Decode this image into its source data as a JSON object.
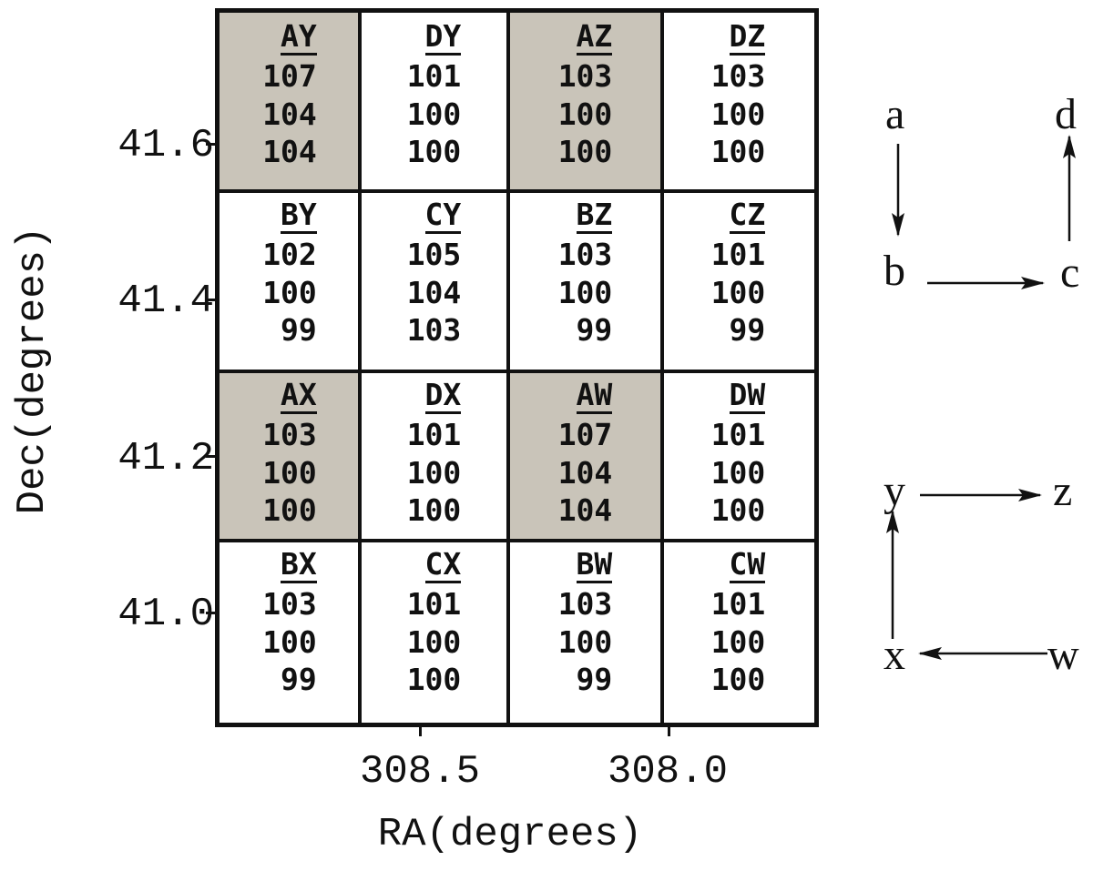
{
  "axes": {
    "y_label": "Dec(degrees)",
    "x_label": "RA(degrees)",
    "y_ticks": [
      "41.6",
      "41.4",
      "41.2",
      "41.0"
    ],
    "x_ticks": [
      "308.5",
      "308.0"
    ]
  },
  "cells": [
    {
      "label": "AY",
      "values": [
        "107",
        "104",
        "104"
      ],
      "shaded": true
    },
    {
      "label": "DY",
      "values": [
        "101",
        "100",
        "100"
      ],
      "shaded": false
    },
    {
      "label": "AZ",
      "values": [
        "103",
        "100",
        "100"
      ],
      "shaded": true
    },
    {
      "label": "DZ",
      "values": [
        "103",
        "100",
        "100"
      ],
      "shaded": false
    },
    {
      "label": "BY",
      "values": [
        "102",
        "100",
        "99"
      ],
      "shaded": false
    },
    {
      "label": "CY",
      "values": [
        "105",
        "104",
        "103"
      ],
      "shaded": false
    },
    {
      "label": "BZ",
      "values": [
        "103",
        "100",
        "99"
      ],
      "shaded": false
    },
    {
      "label": "CZ",
      "values": [
        "101",
        "100",
        "99"
      ],
      "shaded": false
    },
    {
      "label": "AX",
      "values": [
        "103",
        "100",
        "100"
      ],
      "shaded": true
    },
    {
      "label": "DX",
      "values": [
        "101",
        "100",
        "100"
      ],
      "shaded": false
    },
    {
      "label": "AW",
      "values": [
        "107",
        "104",
        "104"
      ],
      "shaded": true
    },
    {
      "label": "DW",
      "values": [
        "101",
        "100",
        "100"
      ],
      "shaded": false
    },
    {
      "label": "BX",
      "values": [
        "103",
        "100",
        "99"
      ],
      "shaded": false
    },
    {
      "label": "CX",
      "values": [
        "101",
        "100",
        "100"
      ],
      "shaded": false
    },
    {
      "label": "BW",
      "values": [
        "103",
        "100",
        "99"
      ],
      "shaded": false
    },
    {
      "label": "CW",
      "values": [
        "101",
        "100",
        "100"
      ],
      "shaded": false
    }
  ],
  "colors": {
    "shaded": "#c9c4b9",
    "line": "#111111"
  },
  "diagram_top": {
    "a": "a",
    "b": "b",
    "c": "c",
    "d": "d"
  },
  "diagram_bottom": {
    "y": "y",
    "z": "z",
    "x": "x",
    "w": "w"
  }
}
